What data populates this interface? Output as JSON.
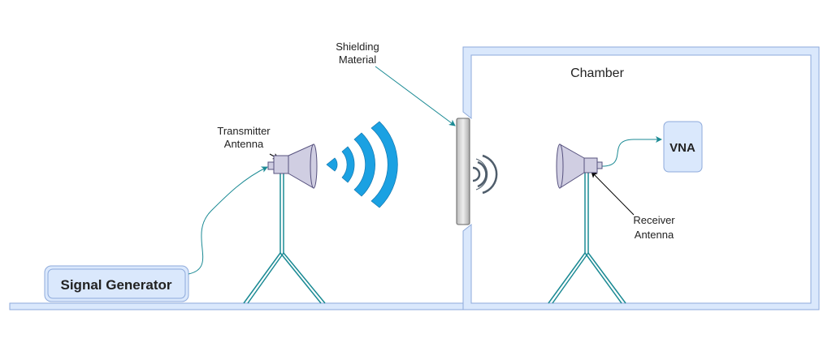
{
  "labels": {
    "shielding": [
      "Shielding",
      "Material"
    ],
    "chamber": "Chamber",
    "transmitter": [
      "Transmitter",
      "Antenna"
    ],
    "receiver": [
      "Receiver",
      "Antenna"
    ],
    "signal_generator": "Signal Generator",
    "vna": "VNA"
  },
  "colors": {
    "wall_fill": "#dae8fc",
    "wall_stroke": "#8eaadb",
    "connector": "#1b8a94",
    "antenna_fill": "#d0cee2",
    "antenna_stroke": "#56517e",
    "wave_tx": "#1ba1e2",
    "wave_rx": "#4f5d6b"
  }
}
